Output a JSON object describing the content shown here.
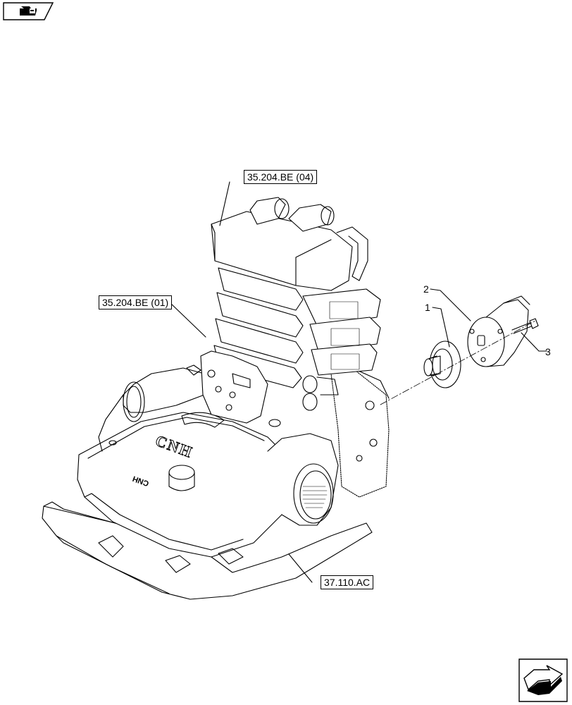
{
  "references": {
    "valve_bank_top": "35.204.BE (04)",
    "valve_bank_side": "35.204.BE (01)",
    "housing": "37.110.AC"
  },
  "part_numbers": {
    "p1": "1",
    "p2": "2",
    "p3": "3"
  },
  "housing_markings": {
    "logo": "CNH",
    "plate": "CNH"
  },
  "icons": {
    "top_left": "book-page-icon",
    "bottom_right": "next-page-arrow-icon"
  }
}
